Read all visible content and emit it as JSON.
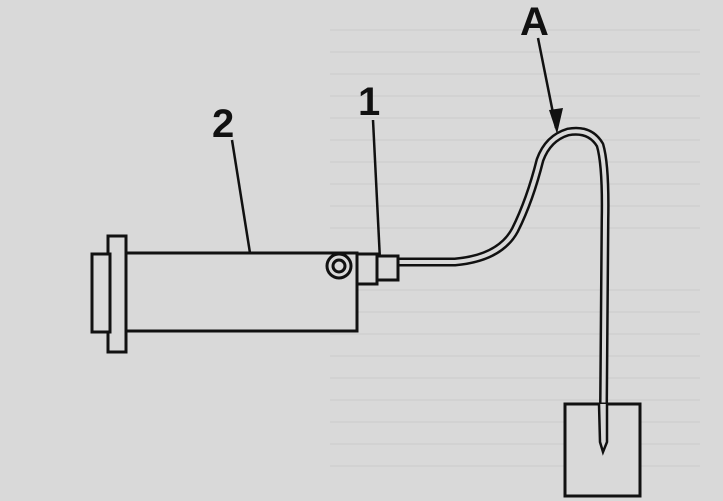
{
  "labels": {
    "a": "A",
    "one": "1",
    "two": "2"
  },
  "colors": {
    "background": "#d9d9d9",
    "line": "#111111",
    "fill": "#d9d9d9"
  }
}
